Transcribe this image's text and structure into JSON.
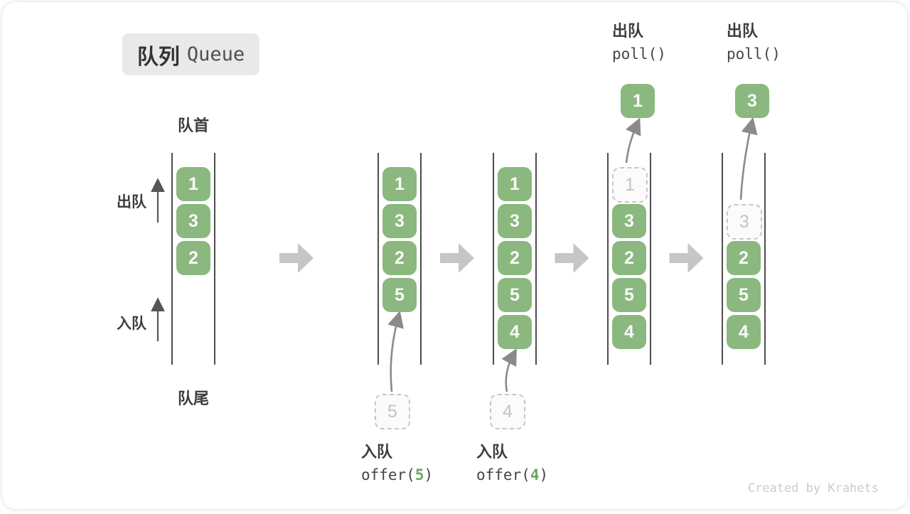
{
  "title": {
    "zh": "队列",
    "en": "Queue"
  },
  "labels": {
    "front": "队首",
    "rear": "队尾",
    "dequeue": "出队",
    "enqueue": "入队"
  },
  "watermark": "Created by Krahets",
  "colors": {
    "box_green": "#8ab87e",
    "box_text": "#fafafa",
    "code_arg_green": "#68a85b",
    "block_arrow_gray": "#c6c6c6",
    "thin_arrow_gray": "#8a8a8a",
    "side_arrow_gray": "#565656",
    "dashed_border": "#c6c6c6",
    "dashed_text": "#c3c3c3",
    "wall_gray": "#4d4d4d",
    "title_bg": "#e9e9e9"
  },
  "states": [
    {
      "boxes": [
        {
          "value": "1",
          "slot": 0,
          "dashed": false
        },
        {
          "value": "3",
          "slot": 1,
          "dashed": false
        },
        {
          "value": "2",
          "slot": 2,
          "dashed": false
        }
      ]
    },
    {
      "boxes": [
        {
          "value": "1",
          "slot": 0,
          "dashed": false
        },
        {
          "value": "3",
          "slot": 1,
          "dashed": false
        },
        {
          "value": "2",
          "slot": 2,
          "dashed": false
        },
        {
          "value": "5",
          "slot": 3,
          "dashed": false
        }
      ],
      "enqueue_value": "5",
      "bottom_label": {
        "op": "入队",
        "code_prefix": "offer(",
        "code_arg": "5",
        "code_suffix": ")"
      }
    },
    {
      "boxes": [
        {
          "value": "1",
          "slot": 0,
          "dashed": false
        },
        {
          "value": "3",
          "slot": 1,
          "dashed": false
        },
        {
          "value": "2",
          "slot": 2,
          "dashed": false
        },
        {
          "value": "5",
          "slot": 3,
          "dashed": false
        },
        {
          "value": "4",
          "slot": 4,
          "dashed": false
        }
      ],
      "enqueue_value": "4",
      "bottom_label": {
        "op": "入队",
        "code_prefix": "offer(",
        "code_arg": "4",
        "code_suffix": ")"
      }
    },
    {
      "boxes": [
        {
          "value": "1",
          "slot": 0,
          "dashed": true
        },
        {
          "value": "3",
          "slot": 1,
          "dashed": false
        },
        {
          "value": "2",
          "slot": 2,
          "dashed": false
        },
        {
          "value": "5",
          "slot": 3,
          "dashed": false
        },
        {
          "value": "4",
          "slot": 4,
          "dashed": false
        }
      ],
      "dequeue_value": "1",
      "top_label": {
        "op": "出队",
        "code": "poll()"
      }
    },
    {
      "boxes": [
        {
          "value": "3",
          "slot": 1,
          "dashed": true
        },
        {
          "value": "2",
          "slot": 2,
          "dashed": false
        },
        {
          "value": "5",
          "slot": 3,
          "dashed": false
        },
        {
          "value": "4",
          "slot": 4,
          "dashed": false
        }
      ],
      "dequeue_value": "3",
      "top_label": {
        "op": "出队",
        "code": "poll()"
      }
    }
  ]
}
